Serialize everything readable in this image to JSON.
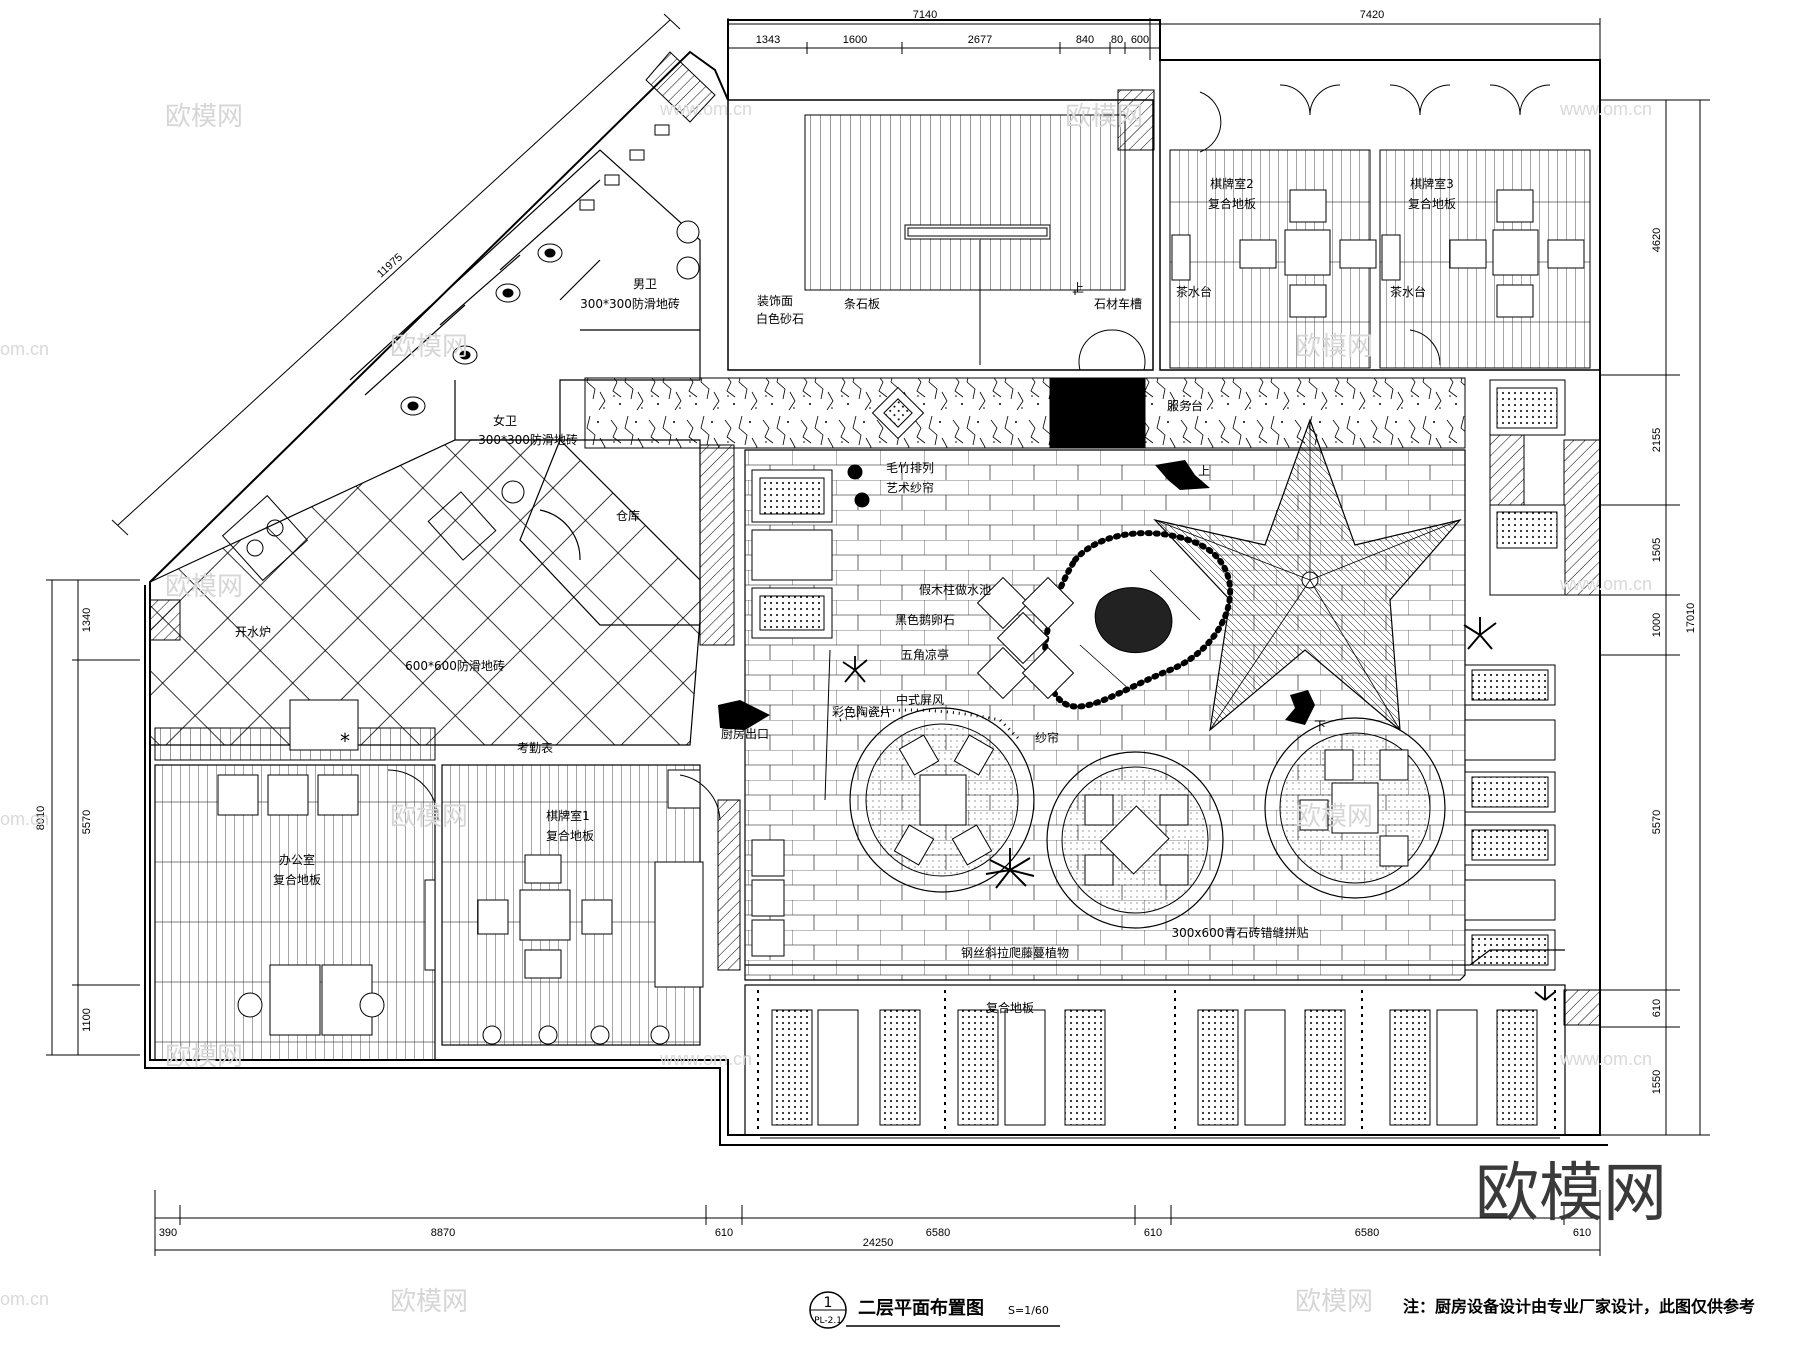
{
  "drawing": {
    "title": "二层平面布置图",
    "scale": "S=1/60",
    "callout_number": "1",
    "callout_sheet": "PL-2.1",
    "note": "注：厨房设备设计由专业厂家设计，此图仅供参考",
    "watermark_big": "欧模网",
    "watermark_small": "欧模网",
    "watermark_url": "www.om.cn",
    "watermark_url_short": "om.cn"
  },
  "rooms": {
    "men_wc": "男卫",
    "men_wc_floor": "300*300防滑地砖",
    "women_wc": "女卫",
    "women_wc_floor": "300*300防滑地砖",
    "kitchen_floor": "600*600防滑地砖",
    "boiler": "开水炉",
    "warehouse": "仓库",
    "attendance": "考勤表",
    "office": "办公室",
    "office_floor": "复合地板",
    "chess1": "棋牌室1",
    "chess1_floor": "复合地板",
    "chess2": "棋牌室2",
    "chess2_floor": "复合地板",
    "chess3": "棋牌室3",
    "chess3_floor": "复合地板",
    "tea1": "茶水台",
    "tea2": "茶水台",
    "service": "服务台",
    "kitchen_exit": "厨房出口",
    "deck_floor": "复合地板"
  },
  "labels": {
    "deco_face": "装饰面",
    "white_sand": "白色砂石",
    "strip_stone": "条石板",
    "stone_groove": "石材车槽",
    "up1": "上",
    "up2": "上",
    "down": "下",
    "bamboo": "毛竹排列",
    "art_curtain": "艺术纱帘",
    "fake_wood": "假木柱做水池",
    "pebble": "黑色鹅卵石",
    "pavilion": "五角凉亭",
    "screen": "中式屏风",
    "ceramic": "彩色陶瓷片",
    "gauze": "纱帘",
    "bluestone": "300x600青石砖错缝拼贴",
    "vine": "钢丝斜拉爬藤蔓植物"
  },
  "dimensions": {
    "top_total_left": "7140",
    "top_total_right": "7420",
    "top_segments": [
      "1343",
      "1600",
      "2677",
      "840",
      "80",
      "600"
    ],
    "diagonal": "11975",
    "left_segments": [
      "1340",
      "5570",
      "1100"
    ],
    "left_total": "8010",
    "right_segments": [
      "4620",
      "2155",
      "1505",
      "1000",
      "5570",
      "610",
      "1550"
    ],
    "right_total": "17010",
    "bottom_segments": [
      "390",
      "8870",
      "610",
      "6580",
      "610",
      "6580",
      "610"
    ],
    "bottom_total": "24250"
  }
}
